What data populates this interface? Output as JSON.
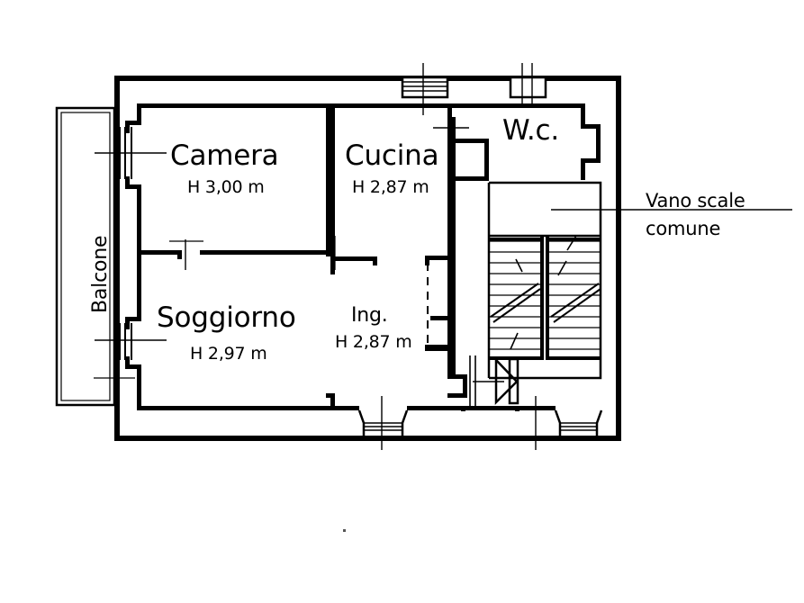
{
  "document": {
    "type": "architectural-floor-plan",
    "language": "it"
  },
  "rooms": [
    {
      "key": "camera",
      "name": "Camera",
      "height_label": "H 3,00 m"
    },
    {
      "key": "cucina",
      "name": "Cucina",
      "height_label": "H 2,87 m"
    },
    {
      "key": "wc",
      "name": "W.c.",
      "height_label": ""
    },
    {
      "key": "soggiorno",
      "name": "Soggiorno",
      "height_label": "H 2,97 m"
    },
    {
      "key": "ingresso",
      "name": "Ing.",
      "height_label": "H 2,87 m"
    }
  ],
  "balcony": {
    "label": "Balcone"
  },
  "callout": {
    "line1": "Vano scale",
    "line2": "comune"
  },
  "colors": {
    "line": "#000000",
    "background": "#ffffff",
    "hatch": "#1a1a1a"
  }
}
